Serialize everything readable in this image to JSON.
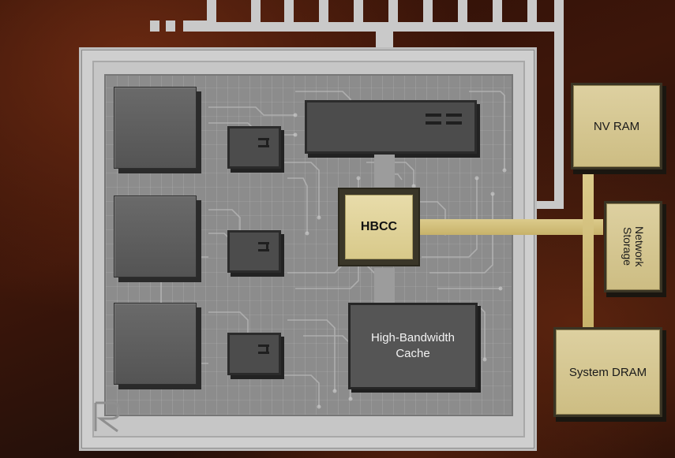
{
  "diagram": {
    "hbcc_label": "HBCC",
    "high_bandwidth_cache_label_line1": "High-Bandwidth",
    "high_bandwidth_cache_label_line2": "Cache",
    "memory": {
      "nv_ram": "NV RAM",
      "network_storage_line1": "Network",
      "network_storage_line2": "Storage",
      "system_dram": "System DRAM"
    },
    "logo_letter": "R"
  },
  "colors": {
    "gold": "#d8c98a",
    "die_gray": "#8c8c8c",
    "block_dark": "#4c4c4c",
    "package": "#cfcfcf",
    "background": "#2a0e06"
  }
}
